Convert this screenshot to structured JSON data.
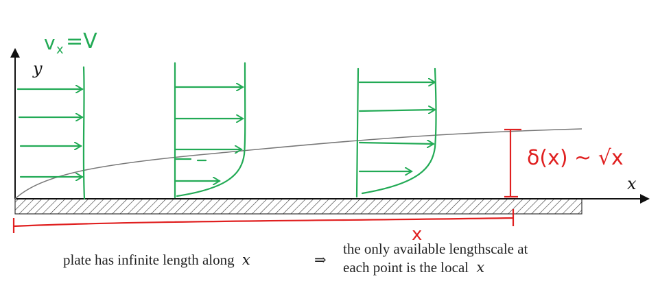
{
  "labels": {
    "y_axis": "y",
    "x_axis": "x",
    "freestream": "v",
    "freestream_sub": "x",
    "freestream_eq": "=V",
    "thickness": "δ(x) ~ √x",
    "plate_length": "x"
  },
  "caption": {
    "left": "plate has infinite length along",
    "left_var": "x",
    "implies": "⇒",
    "right_line1": "the only available lengthscale at",
    "right_line2": "each point is the local",
    "right_var": "x"
  },
  "colors": {
    "axis": "#111111",
    "plate_hatch": "#333333",
    "profile": "#22aa55",
    "annotation": "#e02020",
    "boundary": "#777777"
  },
  "icons": {
    "axis_arrow": "arrowhead",
    "profile_arrow": "arrowhead",
    "dimension_bar": "dimension-line"
  }
}
